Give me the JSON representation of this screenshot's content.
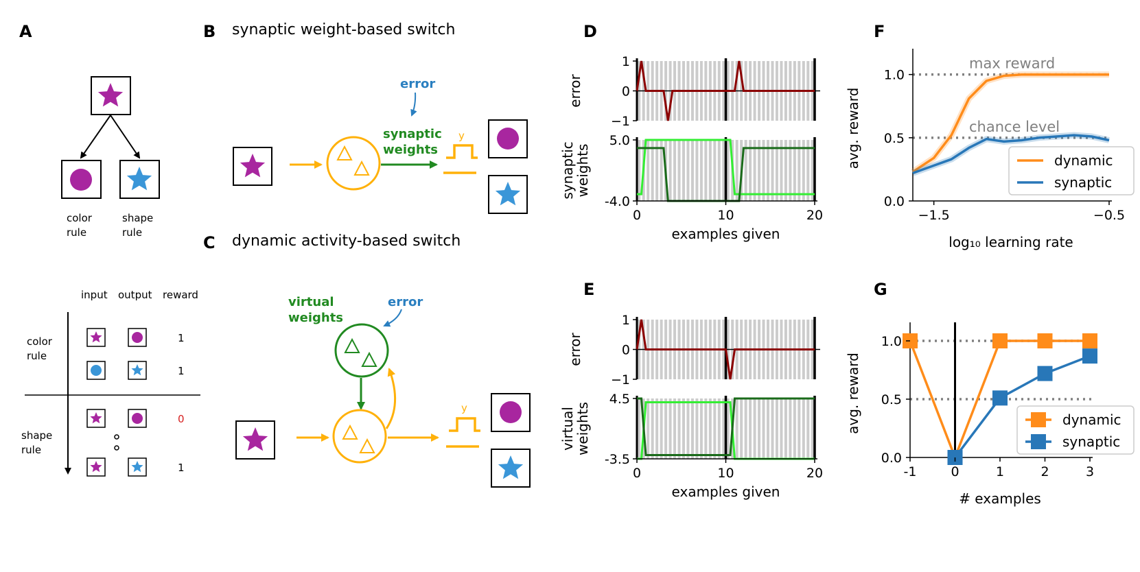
{
  "colors": {
    "purple": "#a8269f",
    "blue": "#3a96d8",
    "orange": "#ffb10a",
    "green": "#218a21",
    "error_blue": "#2a7fc0",
    "dark_red": "#8b0000",
    "light_green": "#33ee33",
    "dark_green": "#1a6b1a",
    "line_orange": "#ff8c1a",
    "line_blue": "#2877b8",
    "reward_red": "#d62020",
    "gray_dotted": "#808080",
    "stripe_gray": "#cccccc"
  },
  "panel_a": {
    "letter": "A",
    "color_rule": [
      "color",
      "rule"
    ],
    "shape_rule": [
      "shape",
      "rule"
    ],
    "table": {
      "headers": [
        "input",
        "output",
        "reward"
      ],
      "row_group_1": [
        "color",
        "rule"
      ],
      "row_group_2": [
        "shape",
        "rule"
      ],
      "rows": [
        {
          "input": "star-purple",
          "output": "circle-purple",
          "reward": "1"
        },
        {
          "input": "circle-blue",
          "output": "star-blue",
          "reward": "1"
        },
        {
          "input": "star-purple",
          "output": "circle-purple",
          "reward": "0"
        },
        {
          "input": "star-purple",
          "output": "star-blue",
          "reward": "1"
        }
      ]
    }
  },
  "panel_b": {
    "letter": "B",
    "title": "synaptic weight-based switch",
    "error_label": "error",
    "weights_label": [
      "synaptic",
      "weights"
    ],
    "y_label": "y"
  },
  "panel_c": {
    "letter": "C",
    "title": "dynamic activity-based switch",
    "virtual_label": [
      "virtual",
      "weights"
    ],
    "error_label": "error",
    "y_label": "y"
  },
  "chart_data": [
    {
      "panel": "D",
      "type": "line",
      "xlabel": "examples given",
      "xticks": [
        0,
        10,
        20
      ],
      "xlim": [
        0,
        20
      ],
      "vlines": [
        10,
        20
      ],
      "subplots": [
        {
          "ylabel": [
            "error"
          ],
          "yticks": [
            1,
            0,
            -1
          ],
          "ytick_labels": [
            "1",
            "0",
            "−1"
          ],
          "ylim": [
            -1,
            1
          ],
          "series": [
            {
              "color": "dark_red",
              "x": [
                0,
                0.5,
                1,
                3,
                3.5,
                4,
                10,
                10.5,
                11,
                11.5,
                12,
                20
              ],
              "y": [
                0,
                1,
                0,
                0,
                -1,
                0,
                0,
                0,
                0,
                1,
                0,
                0
              ]
            }
          ]
        },
        {
          "ylabel": [
            "synaptic",
            "weights"
          ],
          "yticks": [
            5.0,
            -4.0
          ],
          "ytick_labels": [
            "5.0",
            "-4.0"
          ],
          "ylim": [
            -4.0,
            5.0
          ],
          "series": [
            {
              "color": "light_green",
              "x": [
                0,
                0.5,
                1,
                10.5,
                11,
                20
              ],
              "y": [
                -3.0,
                -3.0,
                5.0,
                5.0,
                -3.0,
                -3.0
              ]
            },
            {
              "color": "dark_green",
              "x": [
                0,
                3,
                3.5,
                11.5,
                12,
                20
              ],
              "y": [
                3.8,
                3.8,
                -4.0,
                -4.0,
                3.8,
                3.8
              ]
            }
          ]
        }
      ]
    },
    {
      "panel": "E",
      "type": "line",
      "xlabel": "examples given",
      "xticks": [
        0,
        10,
        20
      ],
      "xlim": [
        0,
        20
      ],
      "vlines": [
        10,
        20
      ],
      "subplots": [
        {
          "ylabel": [
            "error"
          ],
          "yticks": [
            1,
            0,
            -1
          ],
          "ytick_labels": [
            "1",
            "0",
            "−1"
          ],
          "ylim": [
            -1,
            1
          ],
          "series": [
            {
              "color": "dark_red",
              "x": [
                0,
                0.5,
                1,
                10,
                10.5,
                11,
                20
              ],
              "y": [
                0,
                1,
                0,
                0,
                -1,
                0,
                0
              ]
            }
          ]
        },
        {
          "ylabel": [
            "virtual",
            "weights"
          ],
          "yticks": [
            4.5,
            -3.5
          ],
          "ytick_labels": [
            "4.5",
            "-3.5"
          ],
          "ylim": [
            -3.5,
            4.5
          ],
          "series": [
            {
              "color": "light_green",
              "x": [
                0,
                0.5,
                1,
                10.5,
                11,
                20
              ],
              "y": [
                -3.5,
                -3.5,
                4.0,
                4.0,
                -3.5,
                -3.5
              ]
            },
            {
              "color": "dark_green",
              "x": [
                0,
                0.5,
                1,
                10.5,
                11,
                20
              ],
              "y": [
                4.5,
                4.5,
                -3.0,
                -3.0,
                4.5,
                4.5
              ]
            }
          ]
        }
      ]
    },
    {
      "panel": "F",
      "type": "line",
      "xlabel": "log₁₀ learning rate",
      "ylabel": "avg. reward",
      "xticks": [
        -1.5,
        -0.5
      ],
      "xtick_labels": [
        "−1.5",
        "−0.5"
      ],
      "xlim": [
        -1.62,
        -0.5
      ],
      "yticks": [
        0.0,
        0.5,
        1.0
      ],
      "ytick_labels": [
        "0.0",
        "0.5",
        "1.0"
      ],
      "ylim": [
        0.0,
        1.15
      ],
      "hlines": [
        {
          "y": 1.0,
          "label": "max reward"
        },
        {
          "y": 0.5,
          "label": "chance level"
        }
      ],
      "series": [
        {
          "name": "dynamic",
          "color": "line_orange",
          "x": [
            -1.62,
            -1.5,
            -1.4,
            -1.3,
            -1.2,
            -1.1,
            -1.0,
            -0.9,
            -0.8,
            -0.7,
            -0.6,
            -0.5
          ],
          "y": [
            0.23,
            0.34,
            0.52,
            0.81,
            0.95,
            0.99,
            1.0,
            1.0,
            1.0,
            1.0,
            1.0,
            1.0
          ]
        },
        {
          "name": "synaptic",
          "color": "line_blue",
          "x": [
            -1.62,
            -1.5,
            -1.4,
            -1.3,
            -1.2,
            -1.1,
            -1.0,
            -0.9,
            -0.8,
            -0.7,
            -0.6,
            -0.5
          ],
          "y": [
            0.22,
            0.28,
            0.33,
            0.42,
            0.49,
            0.47,
            0.48,
            0.5,
            0.51,
            0.52,
            0.51,
            0.48
          ]
        }
      ],
      "legend": "lower-right"
    },
    {
      "panel": "G",
      "type": "line",
      "xlabel": "# examples",
      "ylabel": "avg. reward",
      "xticks": [
        -1,
        0,
        1,
        2,
        3
      ],
      "xtick_labels": [
        "-1",
        "0",
        "1",
        "2",
        "3"
      ],
      "xlim": [
        -1,
        3
      ],
      "yticks": [
        0.0,
        0.5,
        1.0
      ],
      "ytick_labels": [
        "0.0",
        "0.5",
        "1.0"
      ],
      "ylim": [
        0.0,
        1.1
      ],
      "vlines": [
        0
      ],
      "hlines": [
        {
          "y": 1.0
        },
        {
          "y": 0.5
        }
      ],
      "series": [
        {
          "name": "dynamic",
          "color": "line_orange",
          "x": [
            -1,
            0,
            1,
            2,
            3
          ],
          "y": [
            1.0,
            0.0,
            1.0,
            1.0,
            1.0
          ]
        },
        {
          "name": "synaptic",
          "color": "line_blue",
          "x": [
            0,
            1,
            2,
            3
          ],
          "y": [
            0.0,
            0.51,
            0.72,
            0.87
          ]
        }
      ],
      "legend": "lower-right"
    }
  ]
}
